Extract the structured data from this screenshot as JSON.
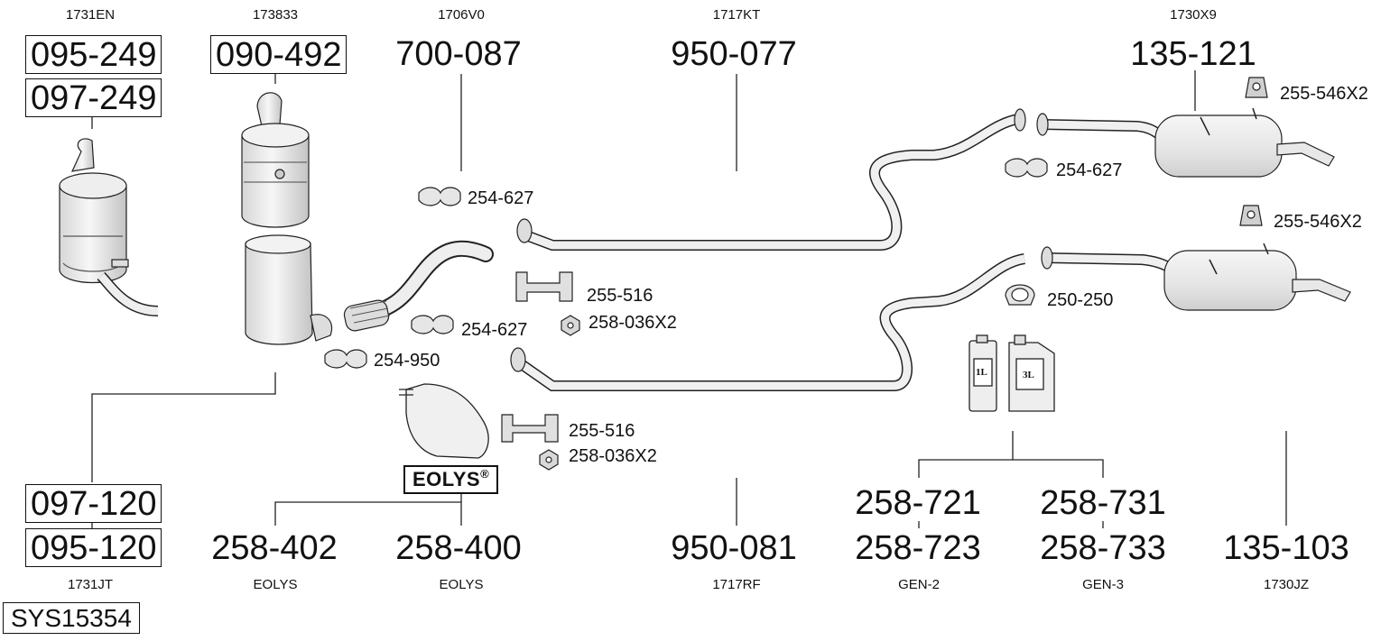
{
  "diagram": {
    "system_code": "SYS15354",
    "codes_top": {
      "c1731en": "1731EN",
      "c173833": "173833",
      "c1706v0": "1706V0",
      "c1717kt": "1717KT",
      "c1730x9": "1730X9"
    },
    "codes_bottom": {
      "c1731jt": "1731JT",
      "eolys_a": "EOLYS",
      "eolys_b": "EOLYS",
      "c1717rf": "1717RF",
      "gen2": "GEN-2",
      "gen3": "GEN-3",
      "c1730jz": "1730JZ"
    },
    "part_numbers": {
      "p095_249": "095-249",
      "p097_249": "097-249",
      "p090_492": "090-492",
      "p700_087": "700-087",
      "p950_077": "950-077",
      "p135_121": "135-121",
      "p097_120": "097-120",
      "p095_120": "095-120",
      "p258_402": "258-402",
      "p258_400": "258-400",
      "p950_081": "950-081",
      "p258_721": "258-721",
      "p258_723": "258-723",
      "p258_731": "258-731",
      "p258_733": "258-733",
      "p135_103": "135-103"
    },
    "small_parts": {
      "clamp_254_627_a": "254-627",
      "clamp_254_627_b": "254-627",
      "clamp_254_627_c": "254-627",
      "clamp_254_950": "254-950",
      "bracket_255_516_a": "255-516",
      "bracket_255_516_b": "255-516",
      "nut_258_036_a": "258-036X2",
      "nut_258_036_b": "258-036X2",
      "rubber_255_546_a": "255-546X2",
      "rubber_255_546_b": "255-546X2",
      "clamp_250_250": "250-250"
    },
    "eolys_logo": "EOLYS",
    "eolys_reg": "®",
    "can_small": "1L",
    "can_large": "3L"
  }
}
